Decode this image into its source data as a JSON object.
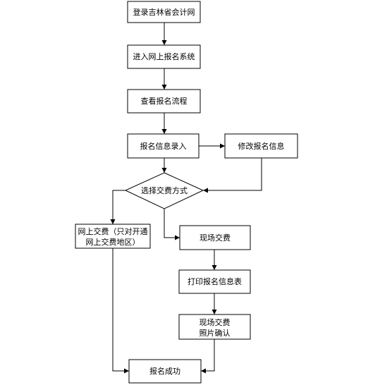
{
  "flowchart": {
    "nodes": {
      "n1": {
        "text": "登录吉林省会计网"
      },
      "n2": {
        "text": "进入网上报名系统"
      },
      "n3": {
        "text": "查看报名流程"
      },
      "n4": {
        "text": "报名信息录入"
      },
      "n5": {
        "text": "修改报名信息"
      },
      "n6": {
        "text": "选择交费方式"
      },
      "n7": {
        "line1": "网上交费（只对开通",
        "line2": "网上交费地区）"
      },
      "n8": {
        "text": "现场交费"
      },
      "n9": {
        "text": "打印报名信息表"
      },
      "n10": {
        "line1": "现场交费",
        "line2": "照片确认"
      },
      "n11": {
        "text": "报名成功"
      }
    }
  }
}
